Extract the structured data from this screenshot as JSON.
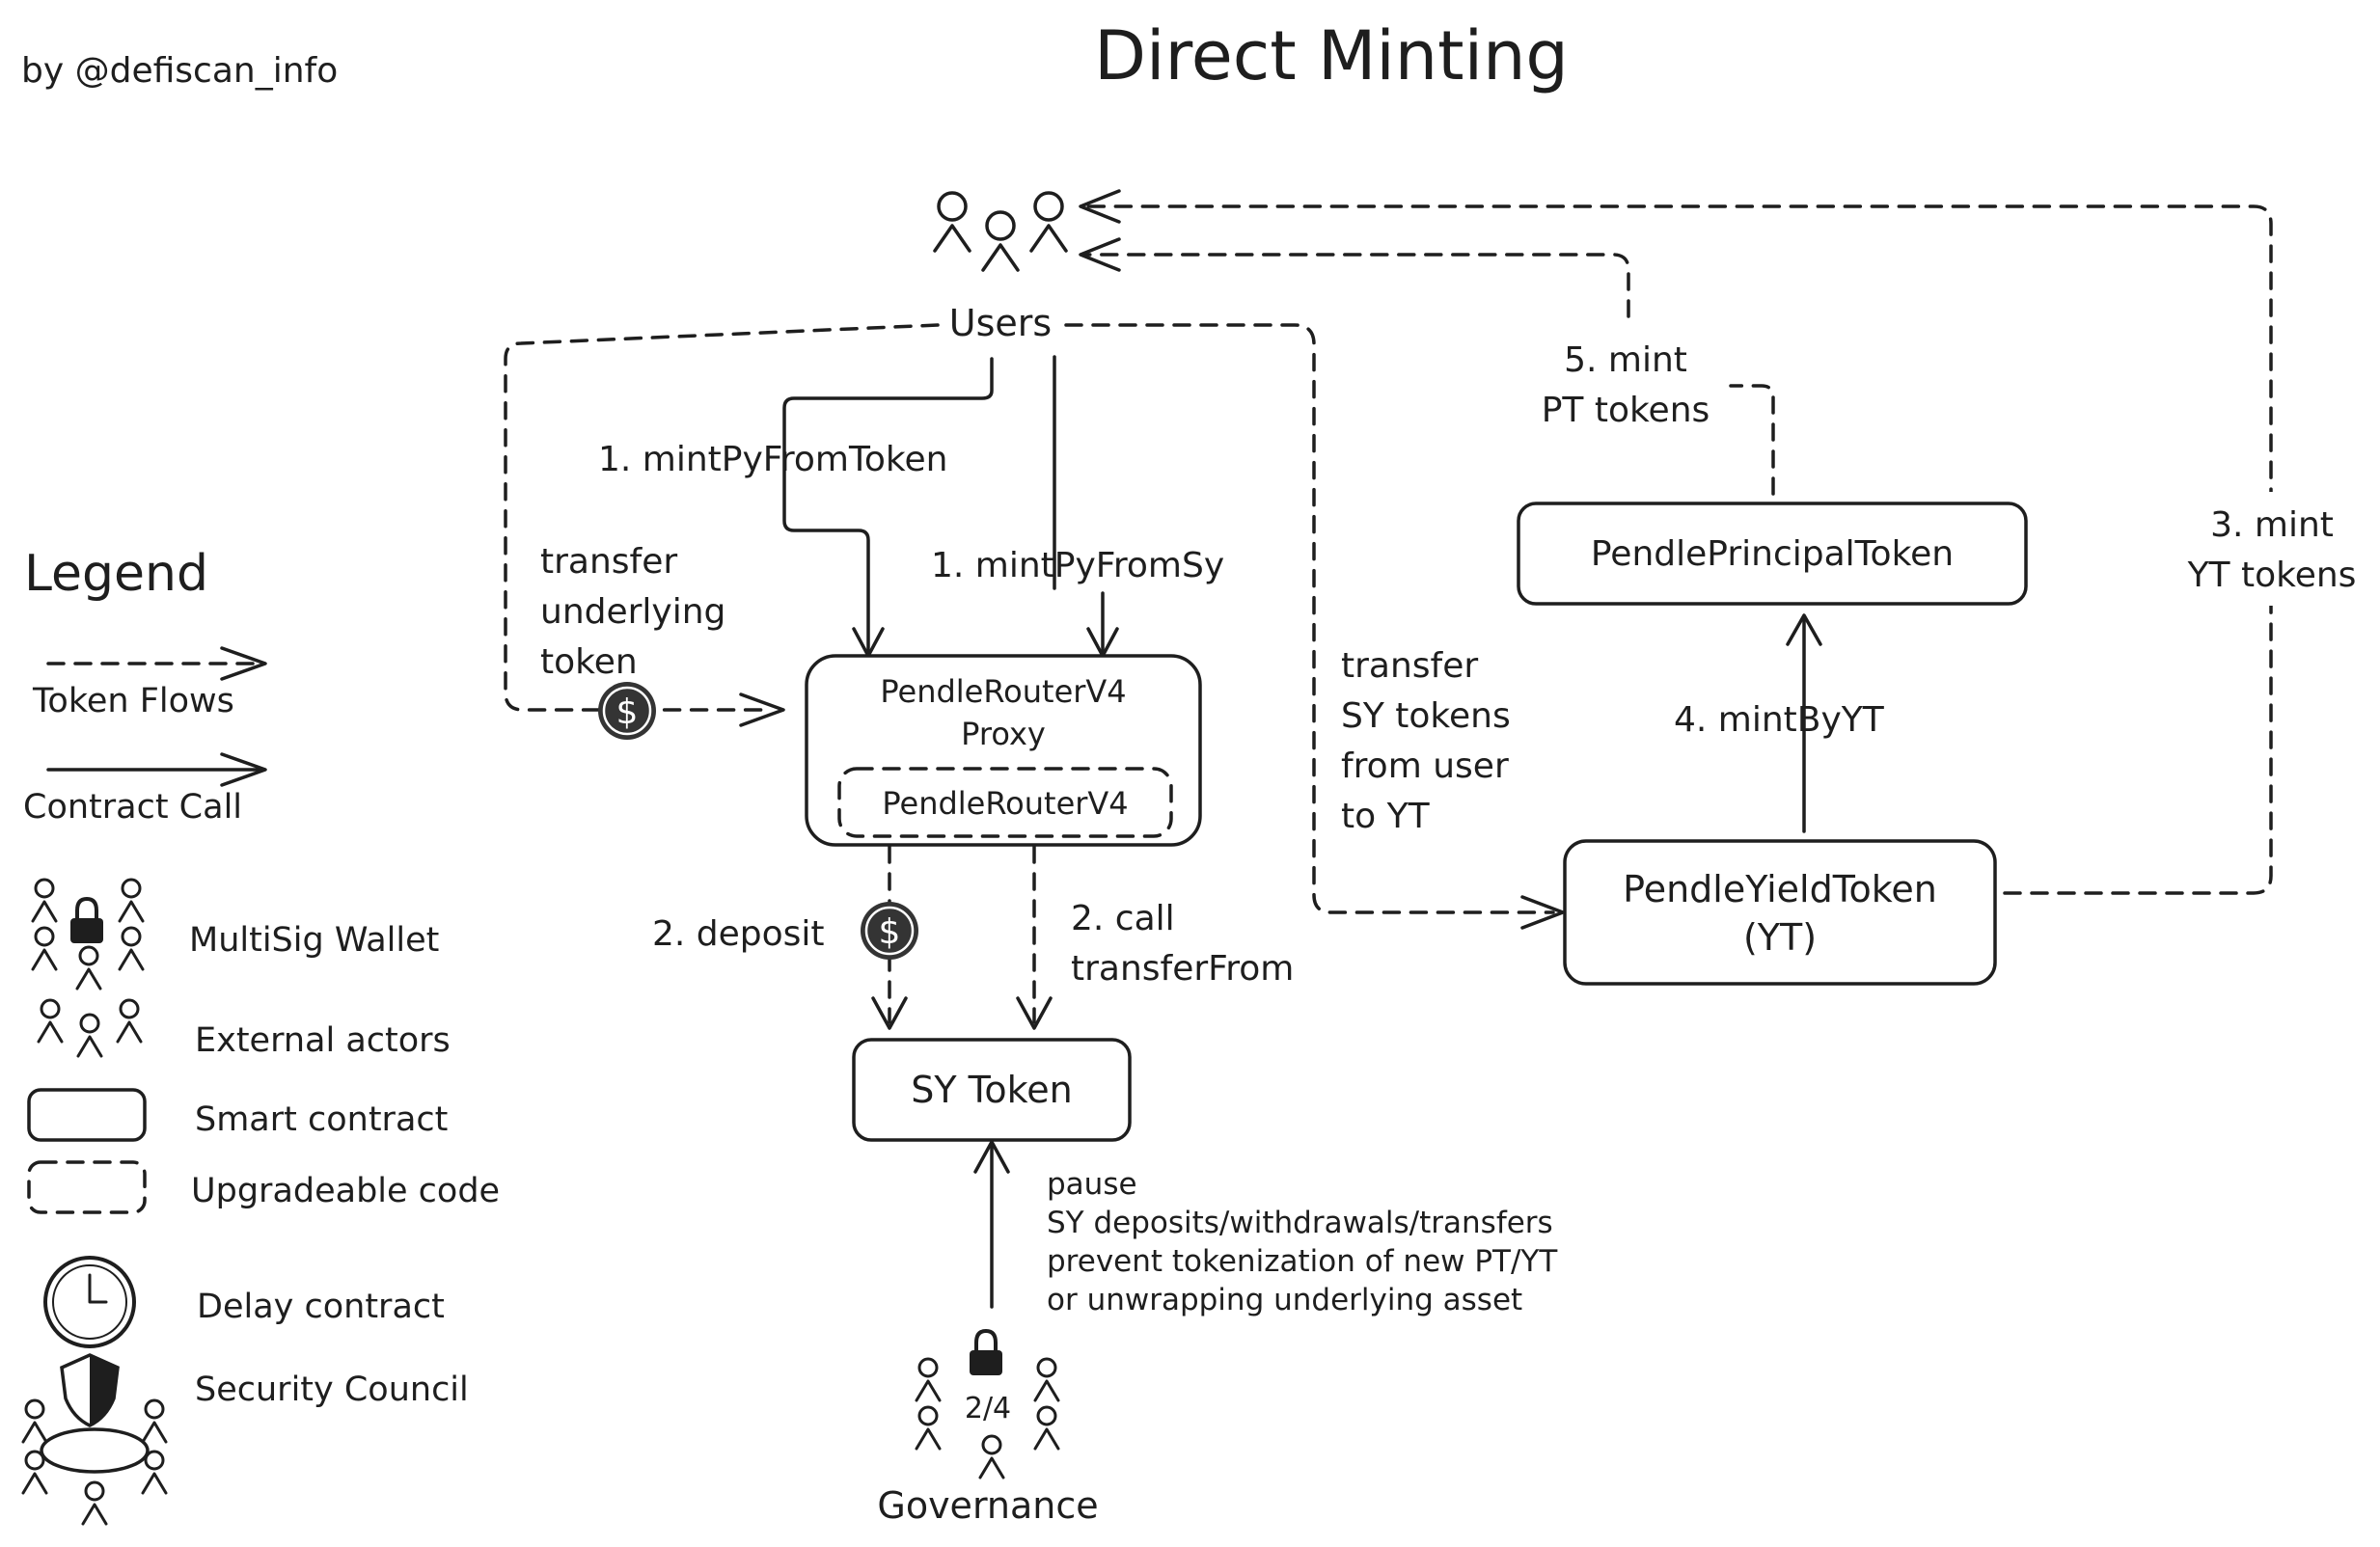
{
  "title": "Direct Minting",
  "credit": "by @defiscan_info",
  "legend": {
    "heading": "Legend",
    "token_flows": "Token Flows",
    "contract_call": "Contract Call",
    "multisig": "MultiSig Wallet",
    "external": "External actors",
    "smart_contract": "Smart contract",
    "upgradeable": "Upgradeable code",
    "delay": "Delay contract",
    "council": "Security Council"
  },
  "nodes": {
    "users": "Users",
    "router_proxy_line1": "PendleRouterV4",
    "router_proxy_line2": "Proxy",
    "router_impl": "PendleRouterV4",
    "sy_token": "SY Token",
    "pt_token": "PendlePrincipalToken",
    "yt_token_line1": "PendleYieldToken",
    "yt_token_line2": "(YT)",
    "governance": "Governance",
    "gov_threshold": "2/4"
  },
  "edges": {
    "mint_from_token": "1. mintPyFromToken",
    "mint_from_sy": "1. mintPyFromSy",
    "transfer_underlying_1": "transfer",
    "transfer_underlying_2": "underlying",
    "transfer_underlying_3": "token",
    "deposit": "2. deposit",
    "call_transfer_1": "2. call",
    "call_transfer_2": "transferFrom",
    "transfer_sy_1": "transfer",
    "transfer_sy_2": "SY tokens",
    "transfer_sy_3": "from user",
    "transfer_sy_4": "to YT",
    "mint_by_yt": "4. mintByYT",
    "mint_pt_1": "5. mint",
    "mint_pt_2": "PT tokens",
    "mint_yt_1": "3. mint",
    "mint_yt_2": "YT tokens",
    "pause_1": "pause",
    "pause_2": "SY deposits/withdrawals/transfers",
    "pause_3": "prevent tokenization of new PT/YT",
    "pause_4": "or unwrapping underlying asset"
  },
  "icons": {
    "dollar": "dollar-coin-icon",
    "lock": "padlock-icon",
    "clock": "clock-icon",
    "shield": "shield-icon",
    "person": "person-icon"
  },
  "colors": {
    "ink": "#1e1e1e",
    "coin_outer": "#343434",
    "background": "#ffffff"
  }
}
